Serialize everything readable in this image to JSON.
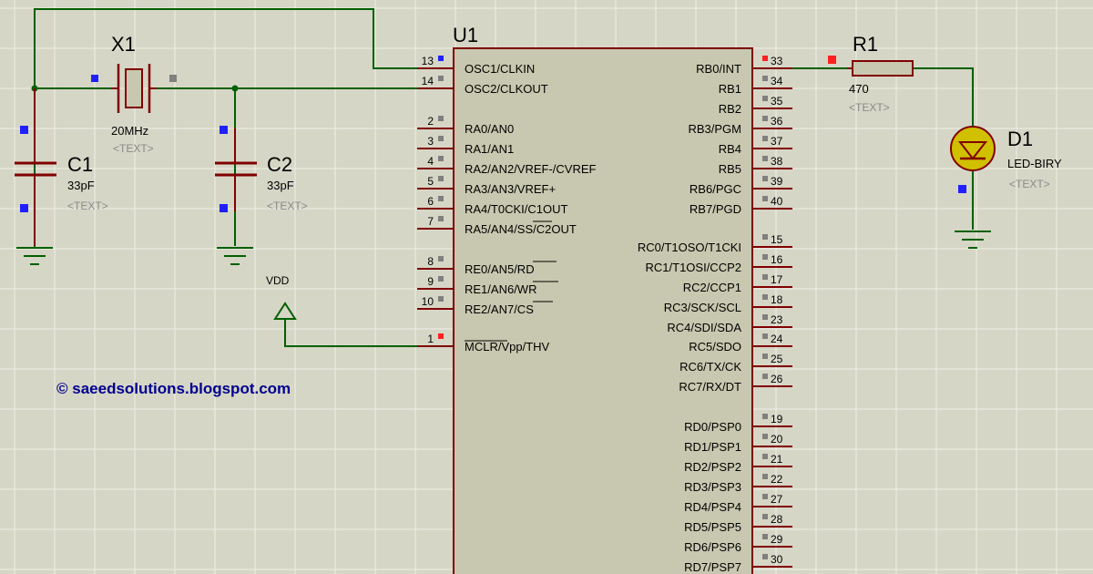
{
  "colors": {
    "background": "#d6d6c6",
    "grid": "#eeeee6",
    "wire": "#006000",
    "component_outline": "#800000",
    "ic_body": "#c8c8b0",
    "led_fill": "#d0c000",
    "led_glow": "#c8b400",
    "pin_blue": "#2020ff",
    "pin_red": "#ff2020",
    "pin_grey": "#808080",
    "text": "#000000",
    "text_placeholder": "#8a8a8a",
    "watermark": "#000090"
  },
  "crystal": {
    "ref": "X1",
    "value": "20MHz",
    "placeholder": "<TEXT>"
  },
  "capacitors": [
    {
      "ref": "C1",
      "value": "33pF",
      "placeholder": "<TEXT>"
    },
    {
      "ref": "C2",
      "value": "33pF",
      "placeholder": "<TEXT>"
    }
  ],
  "vdd_label": "VDD",
  "resistor": {
    "ref": "R1",
    "value": "470",
    "placeholder": "<TEXT>"
  },
  "led": {
    "ref": "D1",
    "value": "LED-BIRY",
    "placeholder": "<TEXT>"
  },
  "watermark": "© saeedsolutions.blogspot.com",
  "ic": {
    "ref": "U1",
    "left_pins": [
      {
        "num": "13",
        "name": "OSC1/CLKIN"
      },
      {
        "num": "14",
        "name": "OSC2/CLKOUT"
      },
      {
        "num": "2",
        "name": "RA0/AN0"
      },
      {
        "num": "3",
        "name": "RA1/AN1"
      },
      {
        "num": "4",
        "name": "RA2/AN2/VREF-/CVREF"
      },
      {
        "num": "5",
        "name": "RA3/AN3/VREF+"
      },
      {
        "num": "6",
        "name": "RA4/T0CKI/C1OUT"
      },
      {
        "num": "7",
        "name": "RA5/AN4/SS/C2OUT"
      },
      {
        "num": "8",
        "name": "RE0/AN5/RD"
      },
      {
        "num": "9",
        "name": "RE1/AN6/WR"
      },
      {
        "num": "10",
        "name": "RE2/AN7/CS"
      },
      {
        "num": "1",
        "name": "MCLR/Vpp/THV"
      }
    ],
    "right_pins": [
      {
        "num": "33",
        "name": "RB0/INT"
      },
      {
        "num": "34",
        "name": "RB1"
      },
      {
        "num": "35",
        "name": "RB2"
      },
      {
        "num": "36",
        "name": "RB3/PGM"
      },
      {
        "num": "37",
        "name": "RB4"
      },
      {
        "num": "38",
        "name": "RB5"
      },
      {
        "num": "39",
        "name": "RB6/PGC"
      },
      {
        "num": "40",
        "name": "RB7/PGD"
      },
      {
        "num": "15",
        "name": "RC0/T1OSO/T1CKI"
      },
      {
        "num": "16",
        "name": "RC1/T1OSI/CCP2"
      },
      {
        "num": "17",
        "name": "RC2/CCP1"
      },
      {
        "num": "18",
        "name": "RC3/SCK/SCL"
      },
      {
        "num": "23",
        "name": "RC4/SDI/SDA"
      },
      {
        "num": "24",
        "name": "RC5/SDO"
      },
      {
        "num": "25",
        "name": "RC6/TX/CK"
      },
      {
        "num": "26",
        "name": "RC7/RX/DT"
      },
      {
        "num": "19",
        "name": "RD0/PSP0"
      },
      {
        "num": "20",
        "name": "RD1/PSP1"
      },
      {
        "num": "21",
        "name": "RD2/PSP2"
      },
      {
        "num": "22",
        "name": "RD3/PSP3"
      },
      {
        "num": "27",
        "name": "RD4/PSP4"
      },
      {
        "num": "28",
        "name": "RD5/PSP5"
      },
      {
        "num": "29",
        "name": "RD6/PSP6"
      },
      {
        "num": "30",
        "name": "RD7/PSP7"
      }
    ]
  }
}
